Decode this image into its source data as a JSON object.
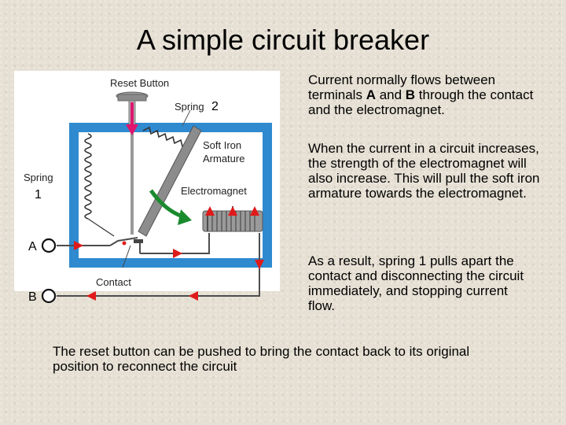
{
  "title": "A simple circuit breaker",
  "paragraphs": {
    "p1": {
      "pre": "Current normally flows between terminals ",
      "term_a": "A",
      "mid": " and ",
      "term_b": "B",
      "post": " through the contact and the electromagnet."
    },
    "p2": "When the current in a circuit increases, the strength of the electromagnet will also increase. This will pull the soft iron armature towards the electromagnet.",
    "p3": "As a result, spring 1 pulls apart the contact and disconnecting the circuit immediately, and stopping current flow.",
    "p4": "The reset button can be pushed to bring the contact back to its original position to reconnect the circuit"
  },
  "diagram": {
    "labels": {
      "reset_button": "Reset Button",
      "spring": "Spring",
      "spring2_number": "2",
      "soft_iron_line1": "Soft Iron",
      "soft_iron_line2": "Armature",
      "electromagnet": "Electromagnet",
      "spring_left": "Spring",
      "spring1_number": "1",
      "contact": "Contact",
      "terminal_a": "A",
      "terminal_b": "B"
    },
    "colors": {
      "frame": "#2f8ad0",
      "wire": "#4d4d4d",
      "arrow_red": "#e01a1a",
      "reset_arrow": "#e0156e",
      "armature_arrow": "#1a8a2e"
    }
  }
}
